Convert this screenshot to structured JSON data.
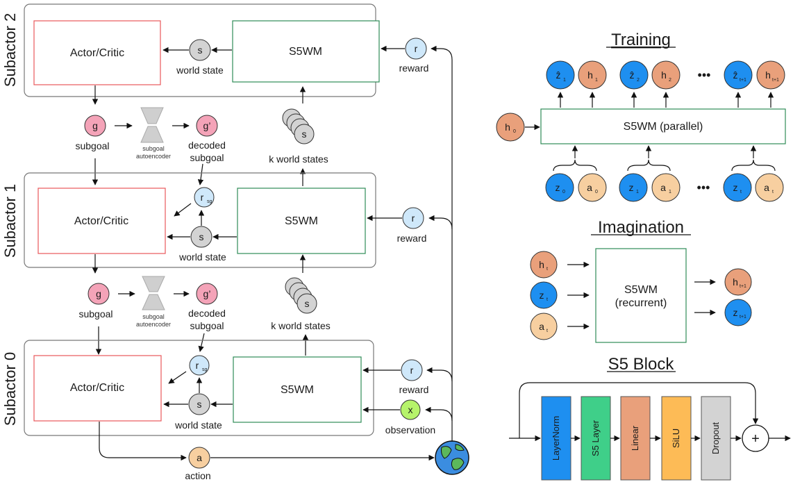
{
  "subactors": [
    {
      "label": "Subactor 2",
      "policy": "Actor/Critic",
      "model": "S5WM",
      "state_node": "s",
      "state_label": "world state",
      "reward_node": "r",
      "reward_label": "reward"
    },
    {
      "label": "Subactor 1",
      "policy": "Actor/Critic",
      "model": "S5WM",
      "state_node": "s",
      "state_label": "world state",
      "reward_node": "r",
      "reward_label": "reward",
      "subgoal_reward_node": "r",
      "subgoal_reward_sub": "sg"
    },
    {
      "label": "Subactor 0",
      "policy": "Actor/Critic",
      "model": "S5WM",
      "state_node": "s",
      "state_label": "world state",
      "reward_node": "r",
      "reward_label": "reward",
      "subgoal_reward_node": "r",
      "subgoal_reward_sub": "sg",
      "observation_node": "x",
      "observation_label": "observation"
    }
  ],
  "subgoal_links": [
    {
      "goal_node": "g",
      "goal_label": "subgoal",
      "autoencoder_label_1": "subgoal",
      "autoencoder_label_2": "autoencoder",
      "decoded_node": "g’",
      "decoded_label_1": "decoded",
      "decoded_label_2": "subgoal",
      "stack_node": "s",
      "stack_label": "k world states"
    },
    {
      "goal_node": "g",
      "goal_label": "subgoal",
      "autoencoder_label_1": "subgoal",
      "autoencoder_label_2": "autoencoder",
      "decoded_node": "g’",
      "decoded_label_1": "decoded",
      "decoded_label_2": "subgoal",
      "stack_node": "s",
      "stack_label": "k world states"
    }
  ],
  "action": {
    "node": "a",
    "label": "action"
  },
  "training": {
    "title": "Training",
    "model_label": "S5WM (parallel)",
    "h0": {
      "main": "h",
      "sub": "0"
    },
    "outputs": [
      {
        "z": "ẑ",
        "z_sub": "1",
        "h": "h",
        "h_sub": "1"
      },
      {
        "z": "ẑ",
        "z_sub": "2",
        "h": "h",
        "h_sub": "2"
      },
      {
        "z": "ẑ",
        "z_sub": "t+1",
        "h": "h",
        "h_sub": "t+1"
      }
    ],
    "inputs": [
      {
        "z": "z",
        "z_sub": "0",
        "a": "a",
        "a_sub": "0"
      },
      {
        "z": "z",
        "z_sub": "1",
        "a": "a",
        "a_sub": "1"
      },
      {
        "z": "z",
        "z_sub": "t",
        "a": "a",
        "a_sub": "t"
      }
    ],
    "ellipsis": "•••"
  },
  "imagination": {
    "title": "Imagination",
    "model_line1": "S5WM",
    "model_line2": "(recurrent)",
    "inputs": [
      {
        "main": "h",
        "sub": "t"
      },
      {
        "main": "z",
        "sub": "t"
      },
      {
        "main": "a",
        "sub": "t"
      }
    ],
    "outputs": [
      {
        "main": "h",
        "sub": "t+1"
      },
      {
        "main": "z",
        "sub": "t+1"
      }
    ]
  },
  "s5_block": {
    "title": "S5 Block",
    "layers": [
      "LayerNorm",
      "S5 Layer",
      "Linear",
      "SiLU",
      "Dropout"
    ],
    "add_symbol": "+"
  },
  "colors": {
    "actor_border": "#e8585a",
    "model_border": "#2e8b57",
    "subactor_border": "#777777",
    "reward_fill": "#cfe8fa",
    "state_fill": "#d3d3d3",
    "goal_fill": "#f4a3b8",
    "action_fill": "#f7cfa0",
    "obs_fill": "#b6f36b",
    "blue_fill": "#1e8ff0",
    "orange_fill": "#e9a07b",
    "layer_colors": [
      "#1e8ff0",
      "#3fcf89",
      "#e9a07b",
      "#fdbb56",
      "#d3d3d3"
    ]
  }
}
